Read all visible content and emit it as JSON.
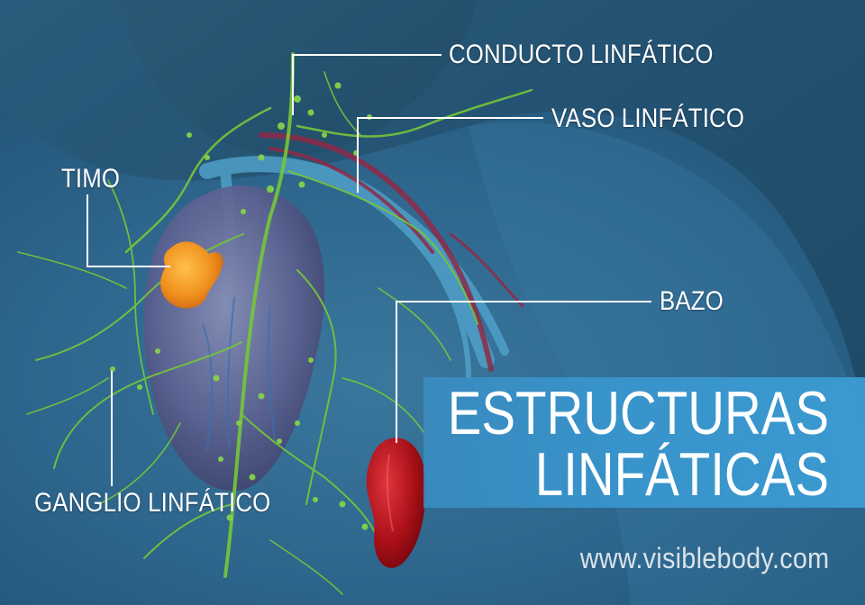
{
  "labels": {
    "conducto": "CONDUCTO LINFÁTICO",
    "vaso": "VASO LINFÁTICO",
    "timo": "TIMO",
    "bazo": "BAZO",
    "ganglio": "GANGLIO LINFÁTICO"
  },
  "title": {
    "line1": "ESTRUCTURAS",
    "line2": "LINFÁTICAS"
  },
  "website": "www.visiblebody.com",
  "colors": {
    "background": "#1f4a66",
    "banner": "#3a9ad0",
    "lymph_vessel": "#7ecf3a",
    "thymus": "#f59a2a",
    "spleen": "#b0141c",
    "heart": "#5a5e86"
  }
}
